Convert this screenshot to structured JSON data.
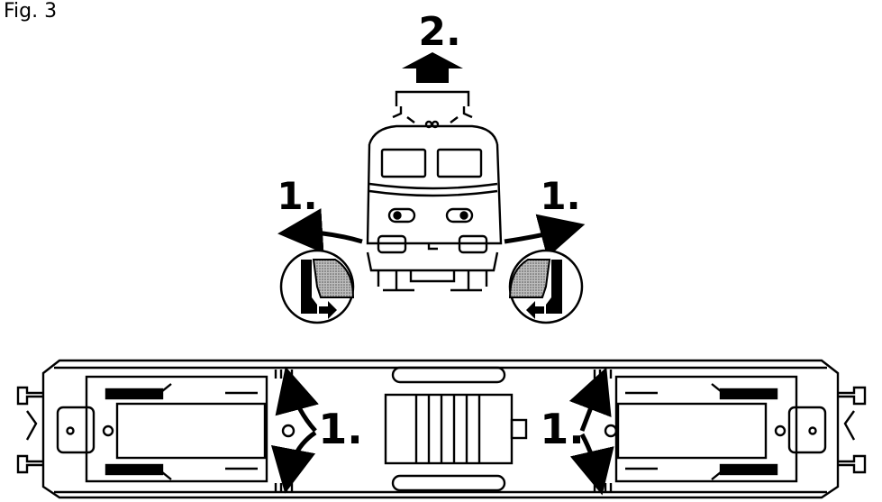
{
  "figure": {
    "label": "Fig. 3"
  },
  "steps": {
    "lift_body": "2.",
    "spread_left": "1.",
    "spread_right": "1.",
    "underside_left": "1.",
    "underside_right": "1."
  },
  "colors": {
    "ink": "#000000",
    "paper": "#ffffff",
    "shade": "#8a8a8a"
  }
}
